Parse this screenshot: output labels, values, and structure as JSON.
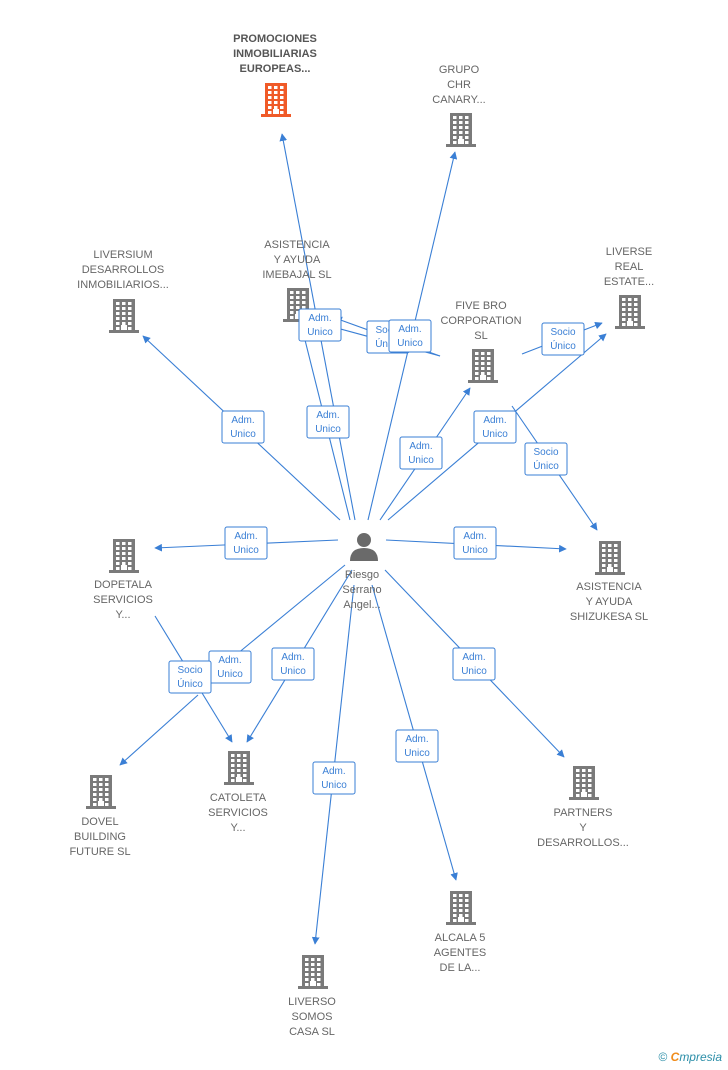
{
  "colors": {
    "edge": "#3a7fd5",
    "building": "#7a7a7a",
    "building_highlight": "#f05a28",
    "person": "#6a6a6a",
    "text": "#666666"
  },
  "center": {
    "id": "riesgo",
    "label": [
      "Riesgo",
      "Serrano",
      "Angel..."
    ],
    "icon": "person-icon"
  },
  "companies": [
    {
      "id": "promociones",
      "label": [
        "PROMOCIONES",
        "INMOBILIARIAS",
        "EUROPEAS..."
      ],
      "highlight": true
    },
    {
      "id": "grupo",
      "label": [
        "GRUPO",
        "CHR",
        "CANARY..."
      ]
    },
    {
      "id": "liversium",
      "label": [
        "LIVERSIUM",
        "DESARROLLOS",
        "INMOBILIARIOS..."
      ]
    },
    {
      "id": "asistencia-imebajal",
      "label": [
        "ASISTENCIA",
        "Y AYUDA",
        "IMEBAJAL SL"
      ]
    },
    {
      "id": "fivebro",
      "label": [
        "FIVE BRO",
        "CORPORATION",
        "SL"
      ]
    },
    {
      "id": "liverse",
      "label": [
        "LIVERSE",
        "REAL",
        "ESTATE..."
      ]
    },
    {
      "id": "dopetala",
      "label": [
        "DOPETALA",
        "SERVICIOS",
        "Y..."
      ]
    },
    {
      "id": "asistencia-shizukesa",
      "label": [
        "ASISTENCIA",
        "Y AYUDA",
        "SHIZUKESA SL"
      ]
    },
    {
      "id": "dovel",
      "label": [
        "DOVEL",
        "BUILDING",
        "FUTURE SL"
      ]
    },
    {
      "id": "catoleta",
      "label": [
        "CATOLETA",
        "SERVICIOS",
        "Y..."
      ]
    },
    {
      "id": "partners",
      "label": [
        "PARTNERS",
        "Y",
        "DESARROLLOS..."
      ]
    },
    {
      "id": "alcala",
      "label": [
        "ALCALA 5",
        "AGENTES",
        "DE LA..."
      ]
    },
    {
      "id": "liverso",
      "label": [
        "LIVERSO",
        "SOMOS",
        "CASA SL"
      ]
    }
  ],
  "edges": [
    {
      "from": "riesgo",
      "to": "promociones",
      "label": [
        "Adm.",
        "Unico"
      ]
    },
    {
      "from": "riesgo",
      "to": "grupo",
      "label": [
        "Adm.",
        "Unico"
      ]
    },
    {
      "from": "riesgo",
      "to": "liversium",
      "label": [
        "Adm.",
        "Unico"
      ]
    },
    {
      "from": "riesgo",
      "to": "asistencia-imebajal",
      "label": [
        "Adm.",
        "Unico"
      ]
    },
    {
      "from": "riesgo",
      "to": "fivebro",
      "label": [
        "Adm.",
        "Unico"
      ]
    },
    {
      "from": "riesgo",
      "to": "liverse",
      "label": [
        "Adm.",
        "Unico"
      ]
    },
    {
      "from": "riesgo",
      "to": "dopetala",
      "label": [
        "Adm.",
        "Unico"
      ]
    },
    {
      "from": "riesgo",
      "to": "asistencia-shizukesa",
      "label": [
        "Adm.",
        "Unico"
      ]
    },
    {
      "from": "riesgo",
      "to": "catoleta",
      "label": [
        "Adm.",
        "Unico"
      ]
    },
    {
      "from": "riesgo",
      "to": "catoleta",
      "label": [
        "Adm.",
        "Unico"
      ]
    },
    {
      "from": "riesgo",
      "to": "partners",
      "label": [
        "Adm.",
        "Unico"
      ]
    },
    {
      "from": "riesgo",
      "to": "alcala",
      "label": [
        "Adm.",
        "Unico"
      ]
    },
    {
      "from": "riesgo",
      "to": "liverso",
      "label": [
        "Adm.",
        "Unico"
      ]
    },
    {
      "from": "fivebro",
      "to": "asistencia-imebajal",
      "label": [
        "Socio",
        "Único"
      ]
    },
    {
      "from": "fivebro",
      "to": "asistencia-imebajal",
      "label": [
        "Adm.",
        "Unico"
      ]
    },
    {
      "from": "fivebro",
      "to": "liverse",
      "label": [
        "Socio",
        "Único"
      ]
    },
    {
      "from": "fivebro",
      "to": "asistencia-shizukesa",
      "label": [
        "Socio",
        "Único"
      ]
    },
    {
      "from": "dopetala",
      "to": "dovel",
      "label": [
        "Socio",
        "Único"
      ]
    }
  ],
  "footer": {
    "copyright_symbol": "©",
    "brand_first": "C",
    "brand_rest": "mpresia"
  }
}
